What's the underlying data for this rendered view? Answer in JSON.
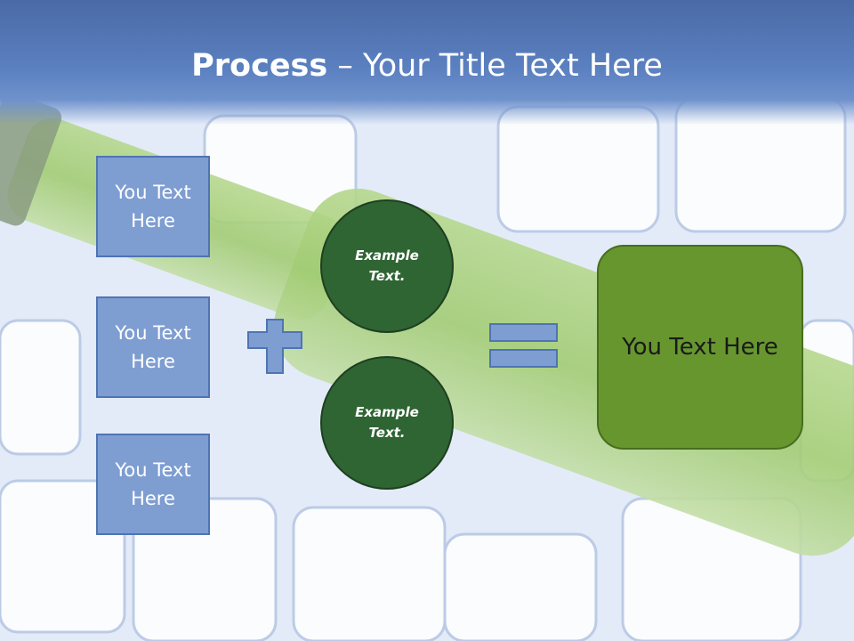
{
  "slide": {
    "title_bold": "Process",
    "title_rest": " – Your Title Text Here"
  },
  "left_boxes": [
    {
      "text": "You Text Here"
    },
    {
      "text": "You Text Here"
    },
    {
      "text": "You Text Here"
    }
  ],
  "circles": [
    {
      "text": "Example Text."
    },
    {
      "text": "Example Text."
    }
  ],
  "result": {
    "text": "You Text Here"
  },
  "colors": {
    "header": "#5b80c0",
    "box_fill": "#7e9dd1",
    "circle_fill": "#2f6433",
    "result_fill": "#67962e"
  }
}
